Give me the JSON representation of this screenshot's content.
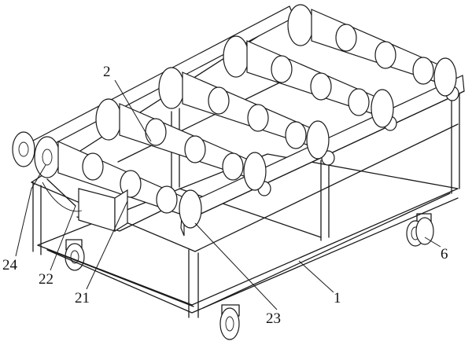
{
  "figure": {
    "callouts": {
      "frame": "1",
      "roller_assembly": "2",
      "motor": "21",
      "gear_box": "22",
      "bearing_block": "23",
      "drive_wheel": "24",
      "caster": "6"
    }
  }
}
